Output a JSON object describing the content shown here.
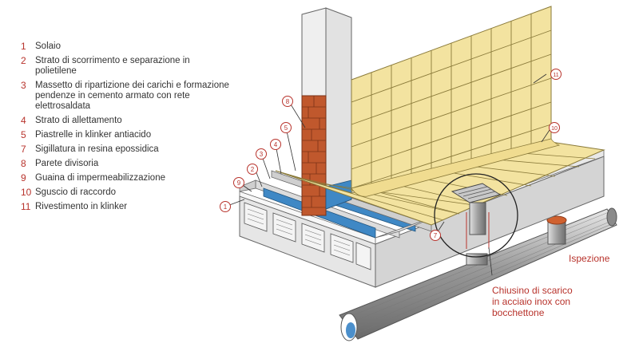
{
  "legend": [
    {
      "num": "1",
      "text": "Solaio"
    },
    {
      "num": "2",
      "text": "Strato di scorrimento e separazione in polietilene"
    },
    {
      "num": "3",
      "text": "Massetto di ripartizione dei carichi e formazione pendenze in cemento armato con rete elettrosaldata"
    },
    {
      "num": "4",
      "text": "Strato di allettamento"
    },
    {
      "num": "5",
      "text": "Piastrelle in klinker antiacido"
    },
    {
      "num": "7",
      "text": "Sigillatura in resina epossidica"
    },
    {
      "num": "8",
      "text": "Parete divisoria"
    },
    {
      "num": "9",
      "text": "Guaina di impermeabilizzazione"
    },
    {
      "num": "10",
      "text": "Sguscio di raccordo"
    },
    {
      "num": "11",
      "text": "Rivestimento in klinker"
    }
  ],
  "callouts": [
    "1",
    "2",
    "3",
    "4",
    "5",
    "7",
    "8",
    "9",
    "10",
    "11"
  ],
  "annotations": {
    "ispezione": "Ispezione",
    "chiusino_line1": "Chiusino di scarico",
    "chiusino_line2": "in acciaio inox con",
    "chiusino_line3": "bocchettone"
  },
  "colors": {
    "accent": "#b8332c",
    "tile": "#f3e3a0",
    "brick": "#c0582d",
    "membrane": "#3f88c5",
    "concrete": "#e3e3e3"
  }
}
